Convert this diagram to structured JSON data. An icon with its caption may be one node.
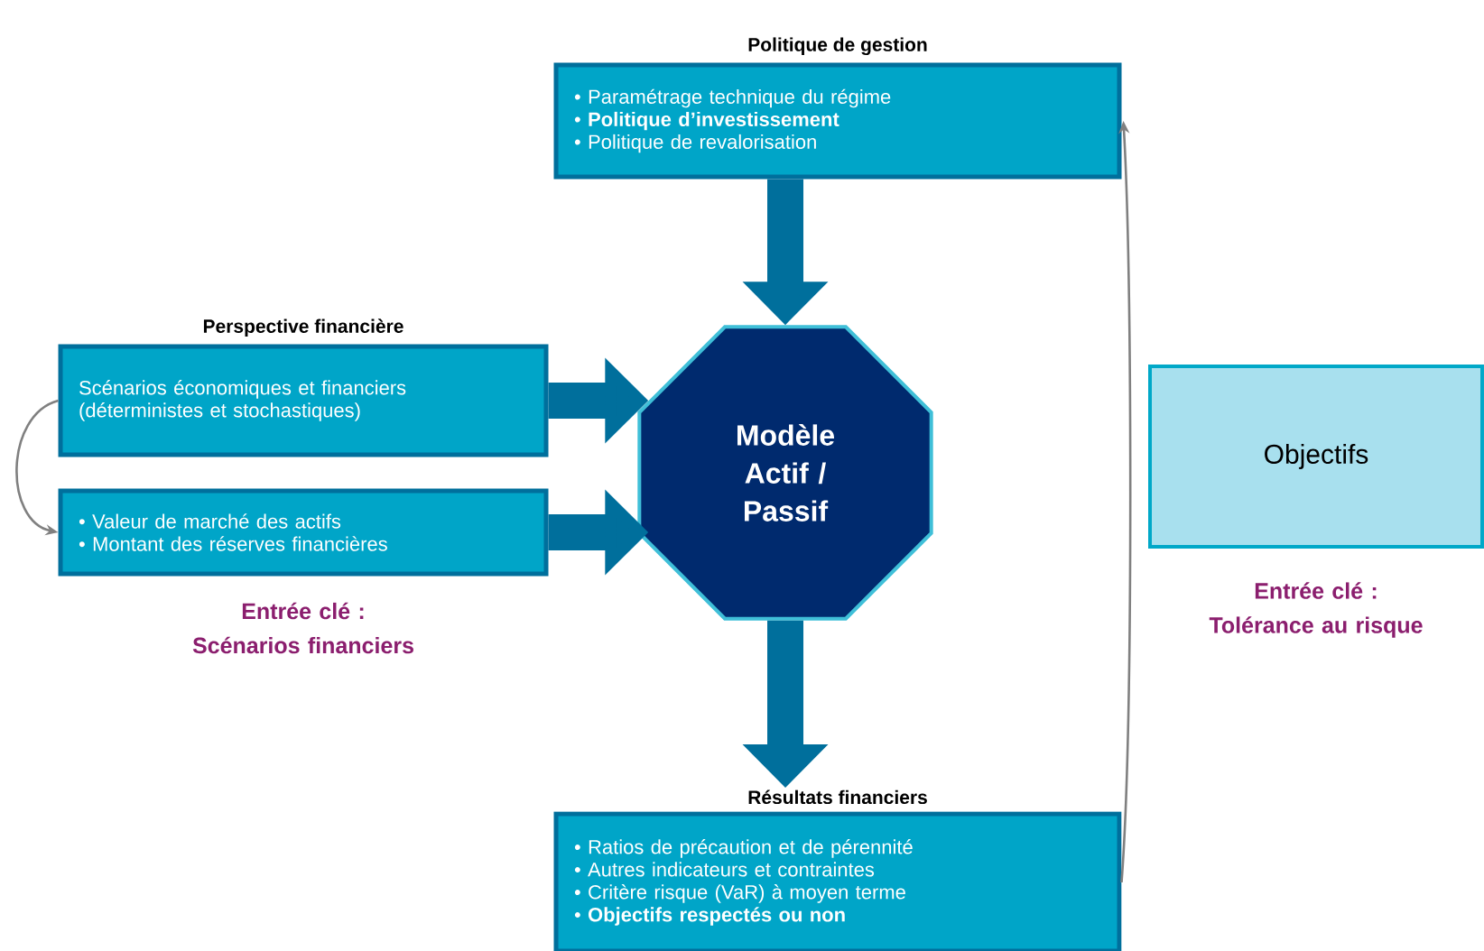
{
  "diagram": {
    "nodes": [
      {
        "text": [
          "Politique de gestion",
          "• Paramétrage technique du régime",
          "• **Politique d’investissement**",
          "• Politique de revalorisation"
        ]
      },
      {
        "text": [
          "Perspective financière",
          "Scénarios économiques et financiers (déterministes et stochastiques)"
        ]
      },
      {
        "text": [
          "• Valeur de marché des actifs",
          "• Montant des réserves financières"
        ],
        "beside": [
          "Entrée clé : Scénarios financiers"
        ]
      },
      {
        "text": [
          "Modèle Actif / Passif"
        ]
      },
      {
        "text": [
          "Objectifs"
        ],
        "beside": [
          "Entrée clé : Tolérance au risque"
        ]
      },
      {
        "text": [
          "Résultats financiers",
          "• Ratios de précaution et de pérennité",
          "• Autres indicateurs et contraintes",
          "• Critère risque (VaR) à moyen terme",
          "• **Objectifs respectés ou non**"
        ]
      }
    ],
    "edges": [
      {
        "from": 0,
        "to": 3,
        "arrow": "to"
      },
      {
        "from": 1,
        "to": 3,
        "arrow": "to"
      },
      {
        "from": 2,
        "to": 3,
        "arrow": "to"
      },
      {
        "from": 3,
        "to": 5,
        "arrow": "to"
      },
      {
        "from": 1,
        "to": 2,
        "arrow": "to",
        "color": "#808080"
      },
      {
        "from": 5,
        "to": 0,
        "arrow": "to",
        "color": "#808080"
      }
    ]
  }
}
